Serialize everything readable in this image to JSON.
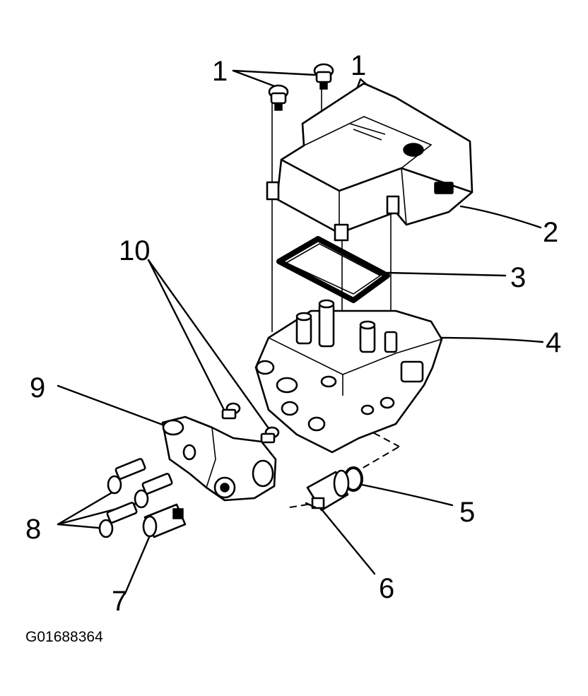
{
  "figure_id": "G01688364",
  "callouts": {
    "c1a": "1",
    "c1b": "1",
    "c2": "2",
    "c3": "3",
    "c4": "4",
    "c5": "5",
    "c6": "6",
    "c7": "7",
    "c8": "8",
    "c9": "9",
    "c10": "10"
  }
}
